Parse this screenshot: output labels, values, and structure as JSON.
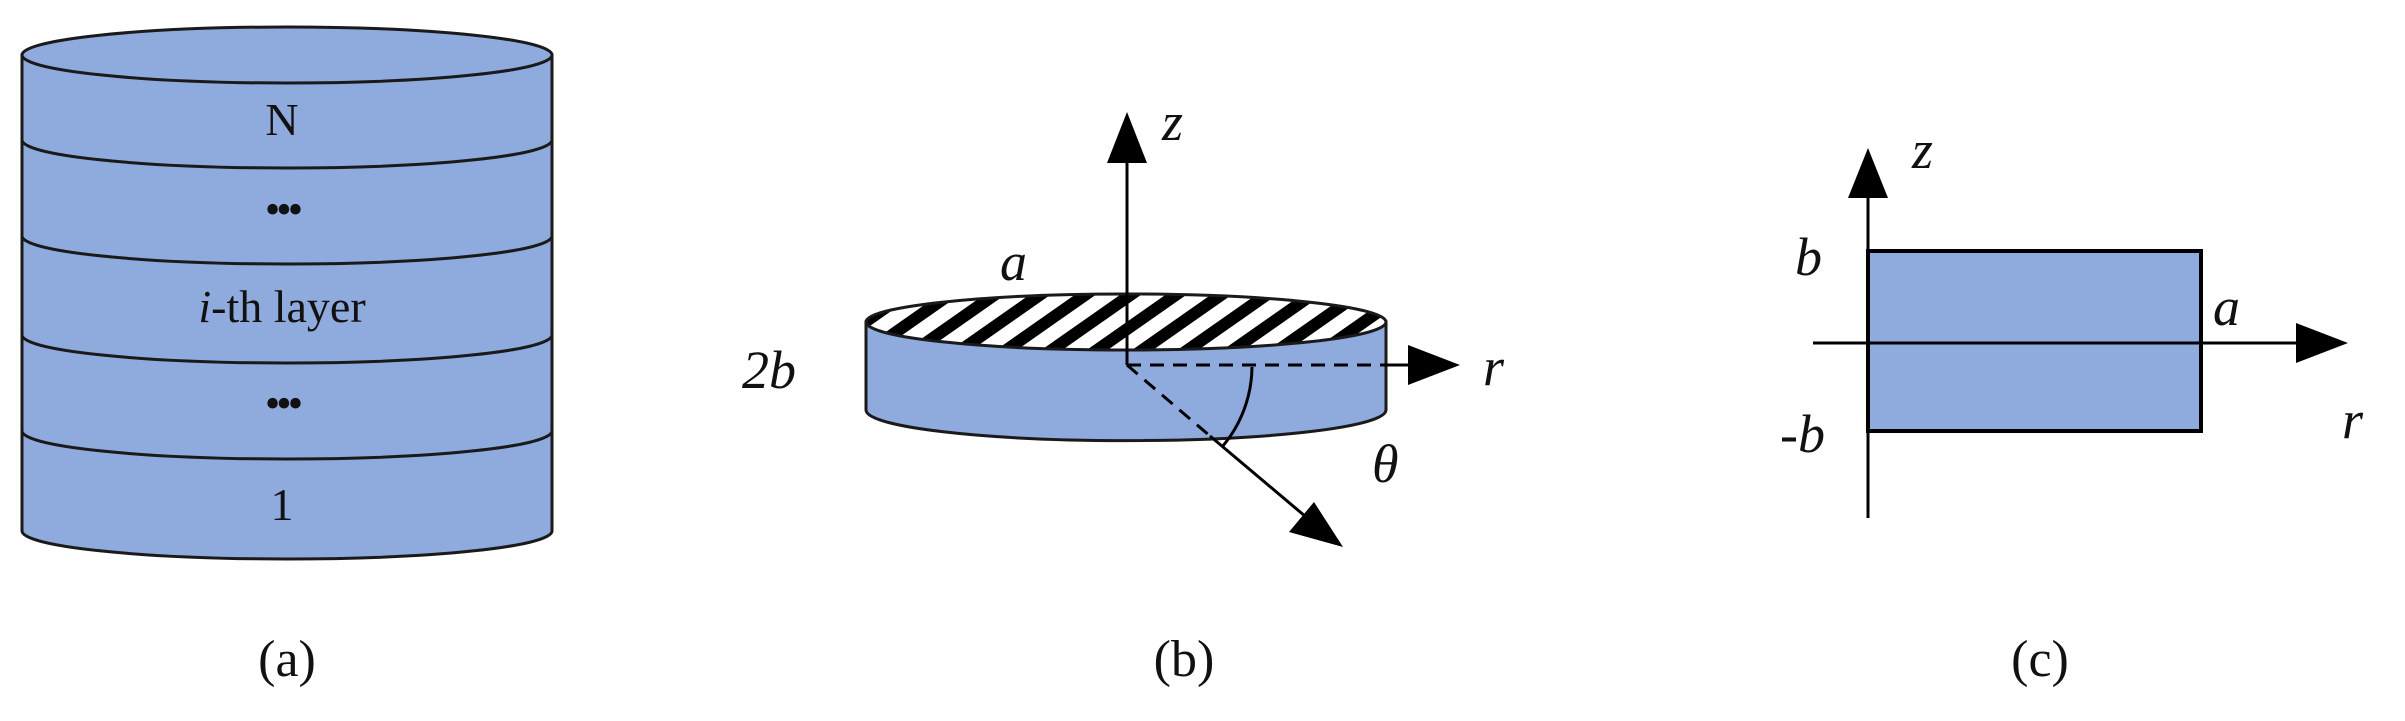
{
  "colors": {
    "fill": "#8faadc",
    "stroke": "#1a1a1a"
  },
  "panel_a": {
    "caption": "(a)",
    "layers": {
      "top": "N",
      "dots_upper": "•••",
      "middle_prefix": "i",
      "middle_suffix": "-th layer",
      "dots_lower": "•••",
      "bottom": "1"
    }
  },
  "panel_b": {
    "caption": "(b)",
    "label_a": "a",
    "label_2b": "2b",
    "label_z": "z",
    "label_r": "r",
    "label_theta": "θ"
  },
  "panel_c": {
    "caption": "(c)",
    "label_b": "b",
    "label_neg_b": "-b",
    "label_a": "a",
    "label_z": "z",
    "label_r": "r"
  }
}
